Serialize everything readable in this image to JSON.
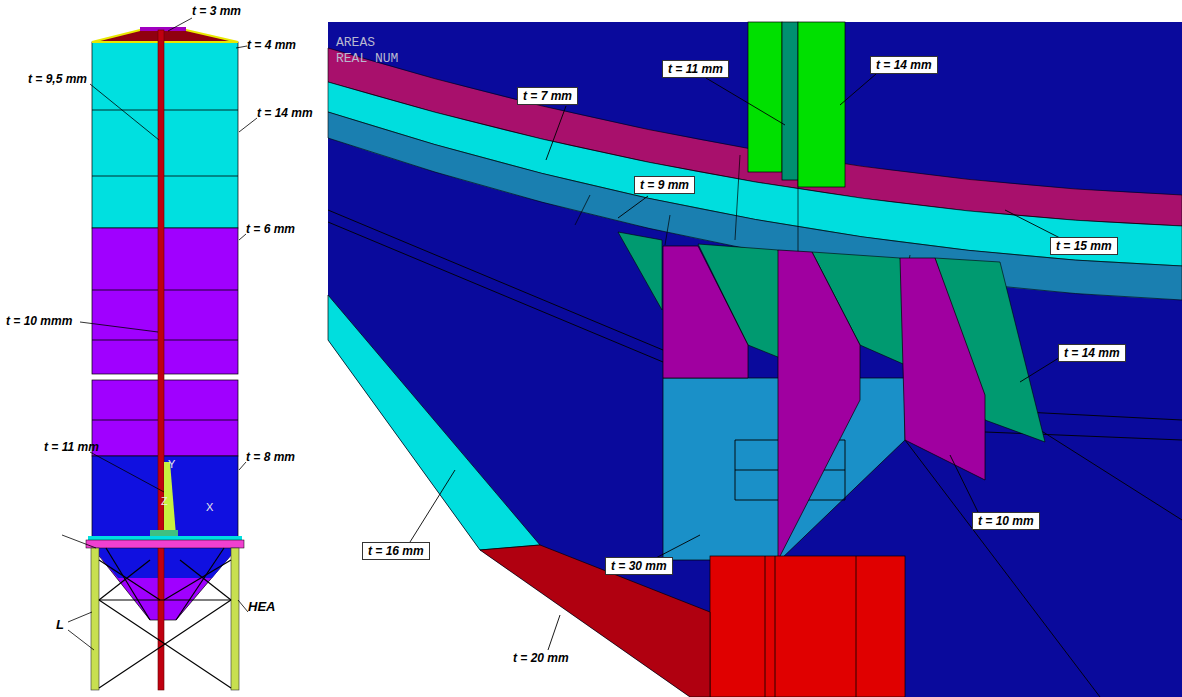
{
  "diagram": {
    "labels": [
      "t = 3 mm",
      "t = 4 mm",
      "AREAS",
      "REAL NUM",
      "t = 9,5 mm",
      "t = 14 mm",
      "t = 6 mm",
      "t = 10 mmm",
      "t = 11 mm",
      "t = 8 mm",
      "Y",
      "Z",
      "X",
      "L",
      "HEA",
      "t = 7 mm",
      "t = 11 mm",
      "t = 14 mm",
      "t = 9 mm",
      "t = 15 mm",
      "t = 14 mm",
      "t = 16 mm",
      "t = 30 mm",
      "t = 10 mm",
      "t = 20 mm"
    ]
  }
}
